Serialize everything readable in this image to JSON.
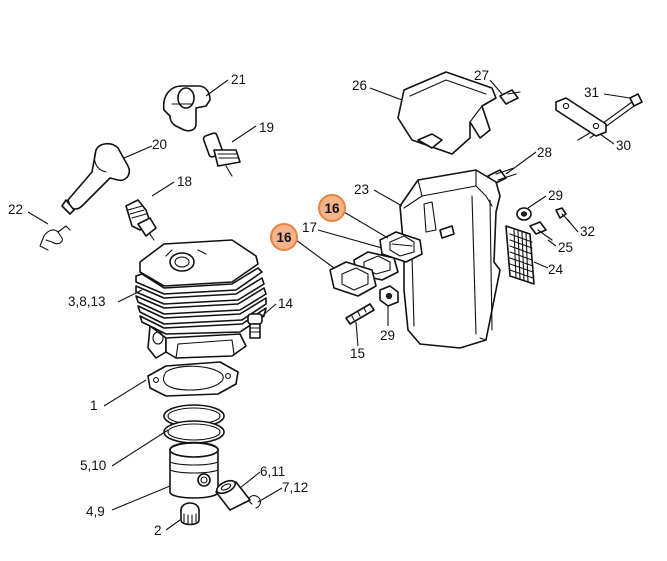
{
  "callouts": {
    "c21": "21",
    "c20": "20",
    "c19": "19",
    "c18": "18",
    "c22": "22",
    "c3813": "3,8,13",
    "c14": "14",
    "c1": "1",
    "c510": "5,10",
    "c49": "4,9",
    "c2": "2",
    "c611": "6,11",
    "c712": "7,12",
    "c26": "26",
    "c27": "27",
    "c31": "31",
    "c30": "30",
    "c28": "28",
    "c23": "23",
    "c17": "17",
    "c15": "15",
    "c29a": "29",
    "c29b": "29",
    "c32": "32",
    "c25": "25",
    "c24": "24"
  },
  "highlighted": {
    "h16a": "16",
    "h16b": "16"
  },
  "colors": {
    "highlight_fill": "#f4b48a",
    "highlight_stroke": "#e8823f",
    "line": "#111111"
  }
}
